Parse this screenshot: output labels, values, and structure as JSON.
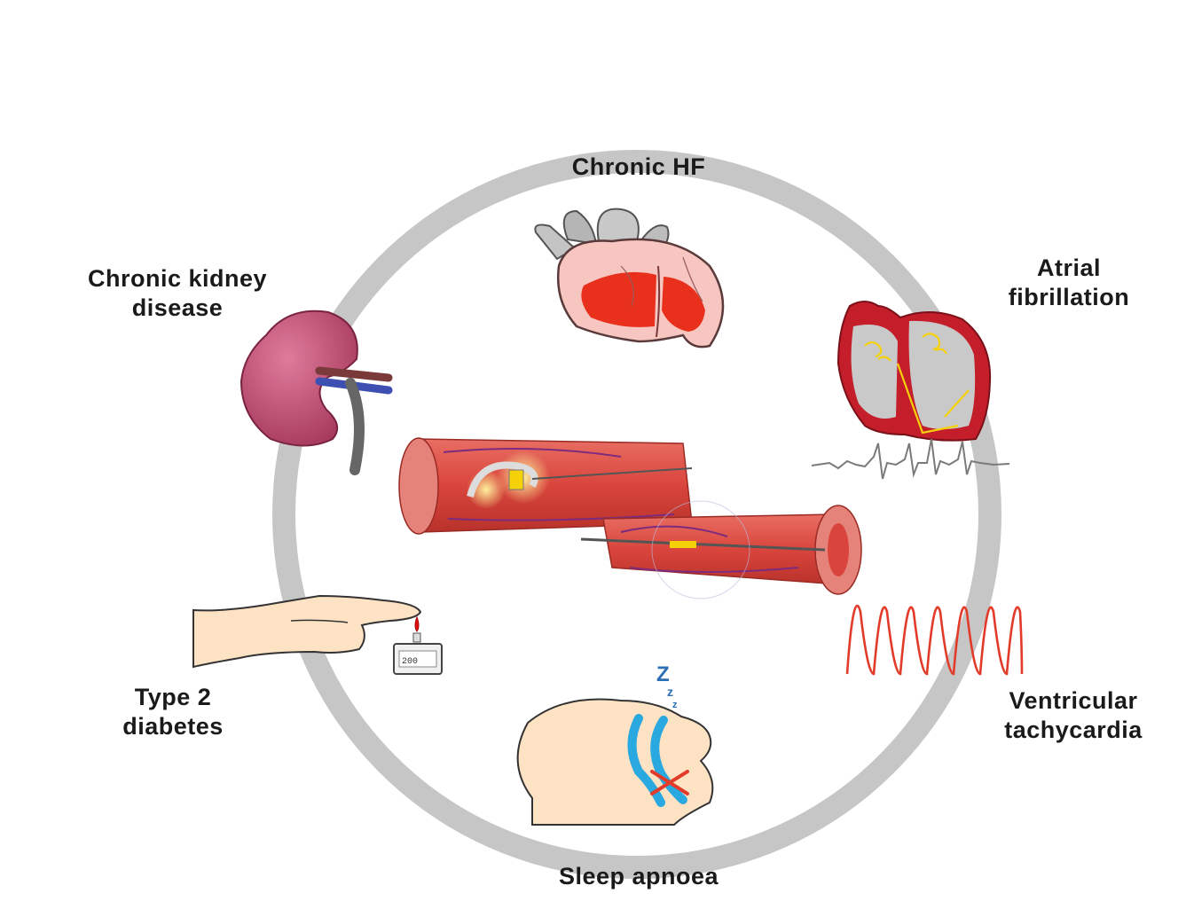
{
  "labels": {
    "chronic_hf": "Chronic HF",
    "ckd_line1": "Chronic kidney",
    "ckd_line2": "disease",
    "af_line1": "Atrial",
    "af_line2": "fibrillation",
    "vt_line1": "Ventricular",
    "vt_line2": "tachycardia",
    "t2d_line1": "Type 2",
    "t2d_line2": "diabetes",
    "sleep_apnoea": "Sleep apnoea"
  },
  "glucometer_reading": "200",
  "icons": {
    "heart": "heart-icon",
    "kidney": "kidney-icon",
    "af_heart": "atrial-fibrillation-heart-icon",
    "ecg": "ecg-trace-icon",
    "vt_wave": "vt-waveform-icon",
    "sleep": "sleep-apnoea-head-icon",
    "finger": "finger-prick-icon",
    "vessels": "blood-vessel-stent-icon"
  },
  "colors": {
    "ring": "#c6c6c6",
    "heart_red": "#e8301c",
    "vessel_red": "#d9453c",
    "airway_blue": "#2aa8e0",
    "skin": "#fde3c4",
    "kidney": "#c24e72"
  }
}
